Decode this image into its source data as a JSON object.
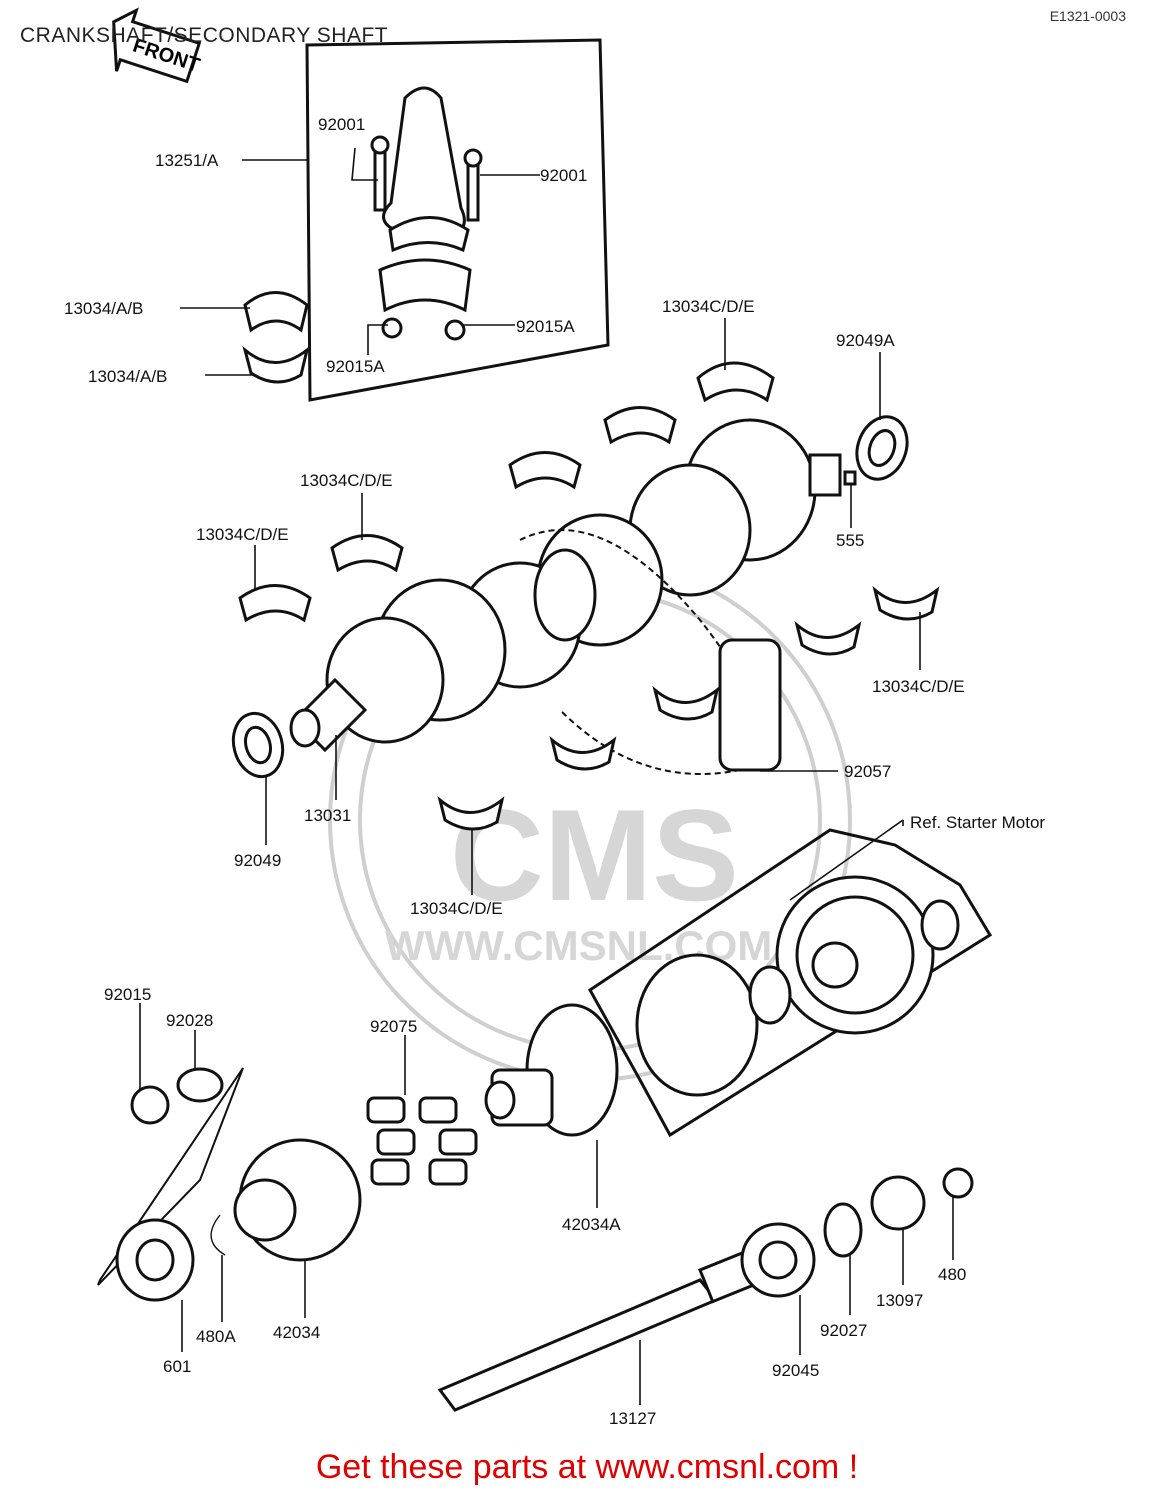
{
  "header": {
    "title": "CRANKSHAFT/SECONDARY SHAFT",
    "diagram_code": "E1321-0003",
    "front_arrow_label": "FRONT"
  },
  "parts": {
    "p13251A": "13251/A",
    "p92001_left": "92001",
    "p92001_right": "92001",
    "p13034AB_top": "13034/A/B",
    "p13034AB_bottom": "13034/A/B",
    "p92015A_left": "92015A",
    "p92015A_right": "92015A",
    "p13034CDE_a": "13034C/D/E",
    "p92049A": "92049A",
    "p13034CDE_b": "13034C/D/E",
    "p13034CDE_c": "13034C/D/E",
    "p555": "555",
    "p13034CDE_d": "13034C/D/E",
    "p92057": "92057",
    "p13031": "13031",
    "p92049": "92049",
    "p13034CDE_e": "13034C/D/E",
    "ref_starter": "Ref. Starter Motor",
    "p92015": "92015",
    "p92028": "92028",
    "p92075": "92075",
    "p42034A": "42034A",
    "p13097": "13097",
    "p480": "480",
    "p92027": "92027",
    "p601": "601",
    "p480A": "480A",
    "p42034": "42034",
    "p92045": "92045",
    "p13127": "13127"
  },
  "watermark": {
    "brand": "CMS",
    "url": "WWW.CMSNL.COM"
  },
  "footer": {
    "cta": "Get these parts at www.cmsnl.com !"
  }
}
